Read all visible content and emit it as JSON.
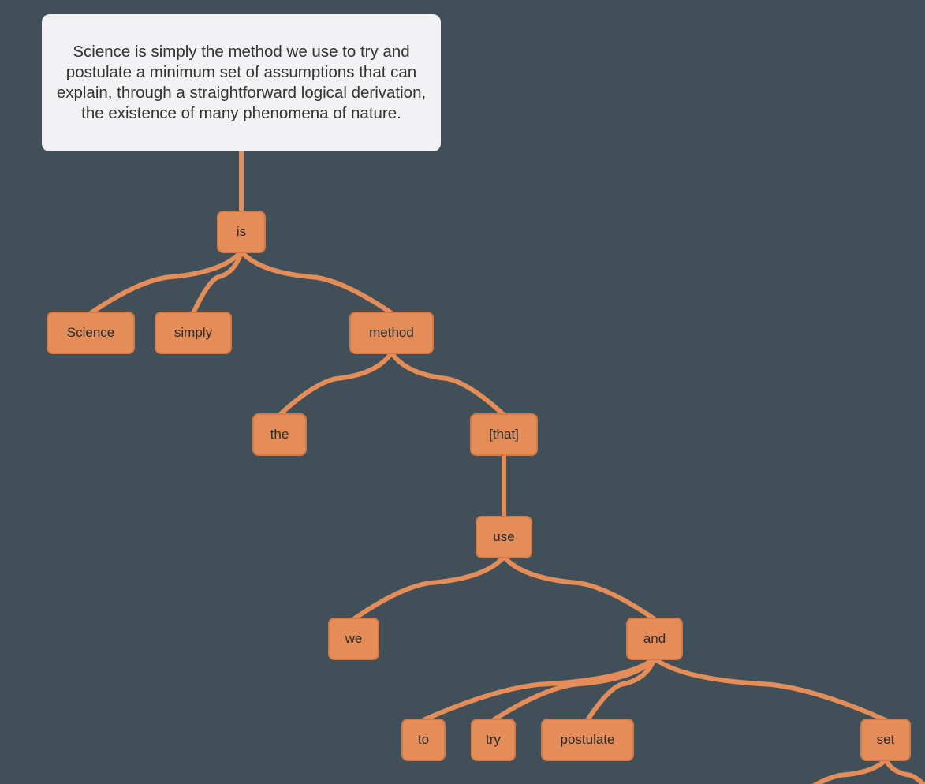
{
  "sentence": "Science is simply the method we use to try and postulate a minimum set of assumptions that can explain, through a straightforward logical derivation, the existence of many phenomena of nature.",
  "colors": {
    "background": "#414f58",
    "node_fill": "#e58d59",
    "edge": "#e58d59",
    "sentence_box": "#f2f2f4"
  },
  "tree": {
    "nodes": [
      {
        "id": "is",
        "label": "is"
      },
      {
        "id": "science",
        "label": "Science"
      },
      {
        "id": "simply",
        "label": "simply"
      },
      {
        "id": "method",
        "label": "method"
      },
      {
        "id": "the",
        "label": "the"
      },
      {
        "id": "that",
        "label": "[that]"
      },
      {
        "id": "use",
        "label": "use"
      },
      {
        "id": "we",
        "label": "we"
      },
      {
        "id": "and",
        "label": "and"
      },
      {
        "id": "to",
        "label": "to"
      },
      {
        "id": "try",
        "label": "try"
      },
      {
        "id": "postulate",
        "label": "postulate"
      },
      {
        "id": "set",
        "label": "set"
      }
    ],
    "edges": [
      [
        "sentence",
        "is"
      ],
      [
        "is",
        "science"
      ],
      [
        "is",
        "simply"
      ],
      [
        "is",
        "method"
      ],
      [
        "method",
        "the"
      ],
      [
        "method",
        "that"
      ],
      [
        "that",
        "use"
      ],
      [
        "use",
        "we"
      ],
      [
        "use",
        "and"
      ],
      [
        "and",
        "to"
      ],
      [
        "and",
        "try"
      ],
      [
        "and",
        "postulate"
      ],
      [
        "and",
        "set"
      ],
      [
        "set",
        "offscreen-1"
      ],
      [
        "set",
        "offscreen-2"
      ]
    ]
  }
}
